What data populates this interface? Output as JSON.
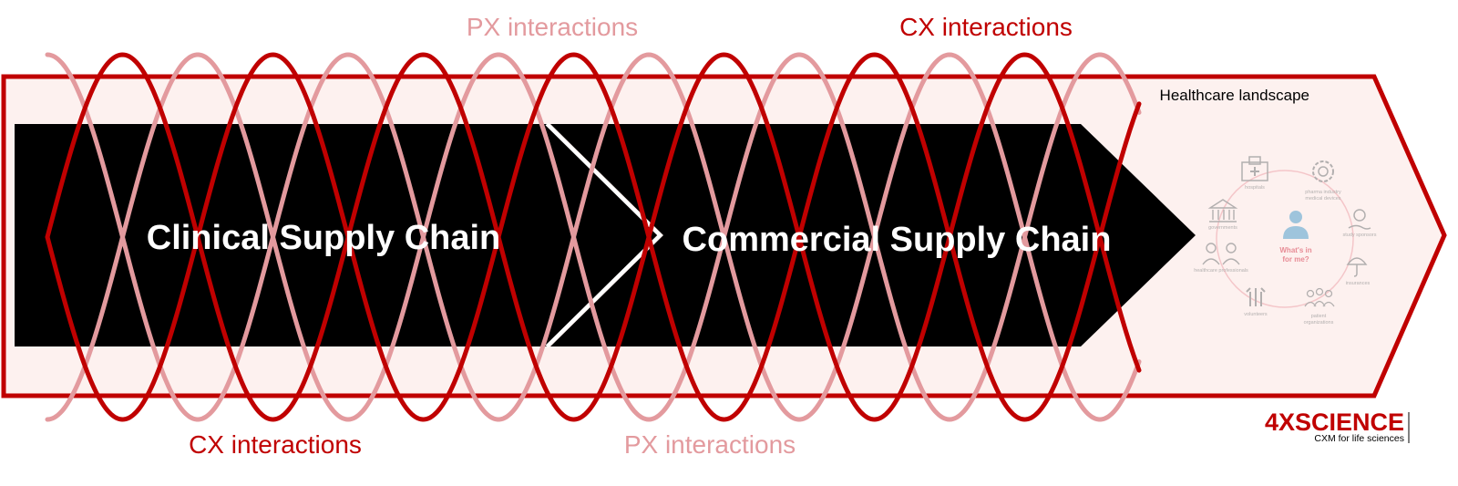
{
  "colors": {
    "primary_red": "#c00000",
    "light_red": "#e39a9e",
    "frame_fill": "#fdf1ef",
    "chain_fill": "#000000",
    "chain_text": "#ffffff"
  },
  "diagram": {
    "landscape_label": "Healthcare landscape",
    "chains": [
      {
        "label": "Clinical Supply Chain"
      },
      {
        "label": "Commercial Supply Chain"
      }
    ],
    "interaction_labels": {
      "top_px": "PX interactions",
      "top_cx": "CX interactions",
      "bottom_cx": "CX interactions",
      "bottom_px": "PX interactions"
    }
  },
  "ecosystem": {
    "center_line1": "What's in",
    "center_line2": "for me?",
    "stakeholders": [
      {
        "label": "hospitals",
        "icon": "hospital-icon"
      },
      {
        "label": "pharma industry",
        "label2": "medical devices",
        "icon": "gear-icon"
      },
      {
        "label": "study sponsors",
        "icon": "money-hand-icon"
      },
      {
        "label": "insurances",
        "icon": "umbrella-icon"
      },
      {
        "label": "patient",
        "label2": "organizations",
        "icon": "group-icon"
      },
      {
        "label": "volunteers",
        "icon": "raised-hands-icon"
      },
      {
        "label": "healthcare professionals",
        "icon": "doctor-icon"
      },
      {
        "label": "governments",
        "icon": "government-icon"
      }
    ]
  },
  "brand": {
    "name": "4XSCIENCE",
    "tagline": "CXM for life sciences"
  }
}
